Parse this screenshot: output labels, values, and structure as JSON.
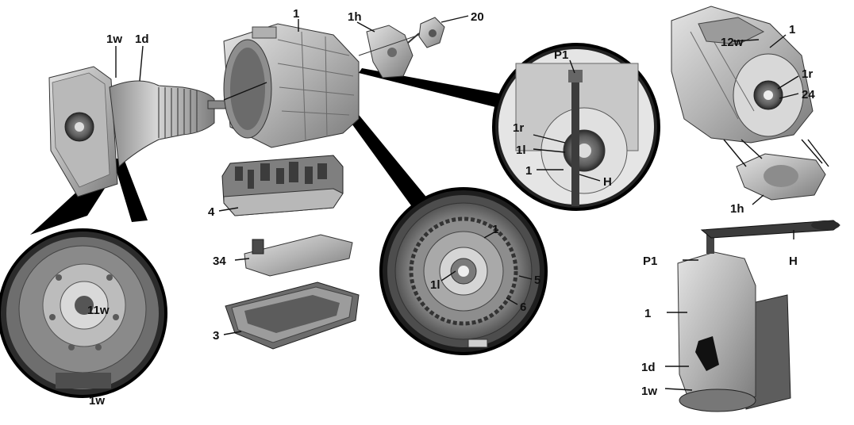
{
  "labels": {
    "housing_main": "1",
    "mount_top": "1h",
    "flange_top": "20",
    "housing_left_w": "1w",
    "housing_left_d": "1d",
    "valve_body": "4",
    "filter": "34",
    "oil_pan": "3",
    "inset_left_11w": "11w",
    "inset_left_1w": "1w",
    "inset_mid_1": "1",
    "inset_mid_1l": "1l",
    "inset_mid_5": "5",
    "inset_mid_6": "6",
    "inset_top_P1": "P1",
    "inset_top_1r": "1r",
    "inset_top_1l": "1l",
    "inset_top_1": "1",
    "inset_top_H": "H",
    "right_12w": "12w",
    "right_1": "1",
    "right_1r": "1r",
    "right_24": "24",
    "right_1h": "1h",
    "press_P1": "P1",
    "press_H": "H",
    "press_1": "1",
    "press_1d": "1d",
    "press_1w": "1w"
  },
  "colors": {
    "metal_light": "#c9c9c9",
    "metal_mid": "#9a9a9a",
    "metal_dark": "#5a5a5a",
    "outline": "#111111",
    "background": "#ffffff"
  }
}
